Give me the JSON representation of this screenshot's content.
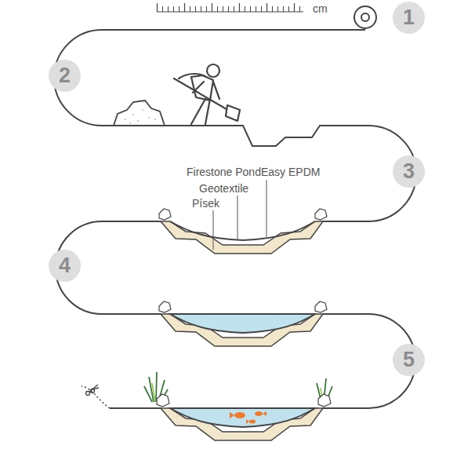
{
  "diagram": {
    "nodes": [
      {
        "text": [
          "1"
        ]
      },
      {
        "text": [
          "2"
        ]
      },
      {
        "text": [
          "3"
        ]
      },
      {
        "text": [
          "4"
        ]
      },
      {
        "text": [
          "5"
        ]
      }
    ],
    "labels": [
      "cm",
      "Firestone PondEasy EPDM",
      "Geotextile",
      "Písek"
    ]
  }
}
